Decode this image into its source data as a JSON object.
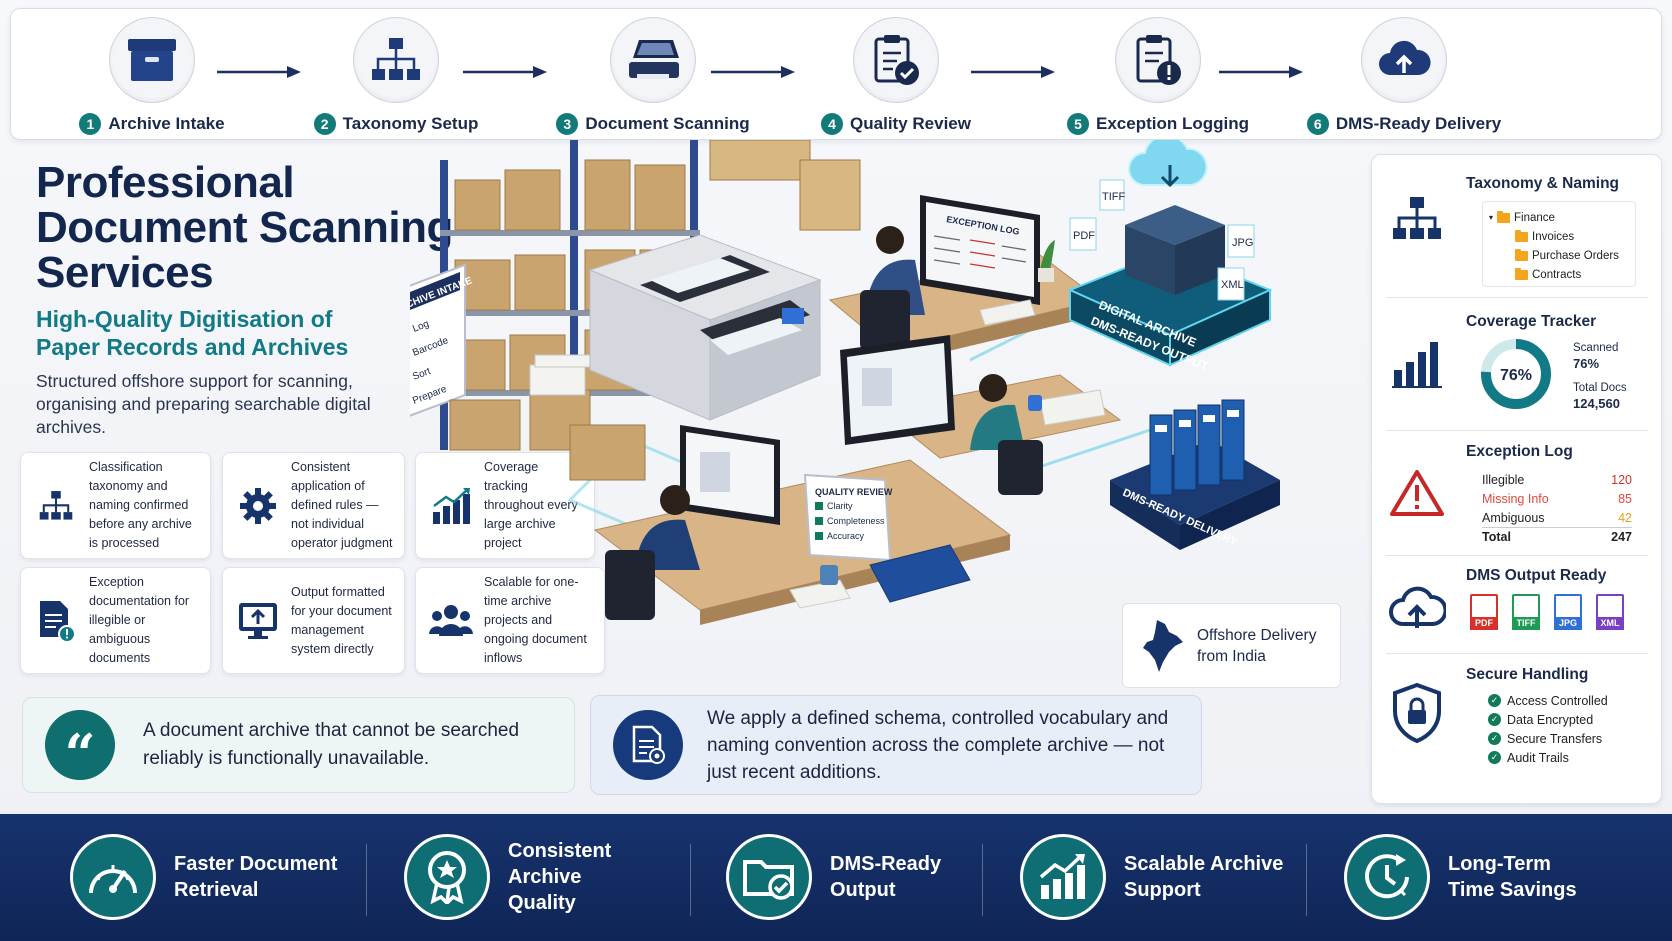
{
  "process_steps": [
    {
      "num": "1",
      "label": "Archive Intake",
      "icon": "archive-box-icon"
    },
    {
      "num": "2",
      "label": "Taxonomy Setup",
      "icon": "hierarchy-icon"
    },
    {
      "num": "3",
      "label": "Document Scanning",
      "icon": "scanner-icon"
    },
    {
      "num": "4",
      "label": "Quality Review",
      "icon": "clipboard-check-icon"
    },
    {
      "num": "5",
      "label": "Exception Logging",
      "icon": "clipboard-alert-icon"
    },
    {
      "num": "6",
      "label": "DMS-Ready Delivery",
      "icon": "cloud-upload-icon"
    }
  ],
  "hero": {
    "title_line1": "Professional",
    "title_line2": "Document Scanning",
    "title_line3": "Services",
    "subtitle_line1": "High-Quality Digitisation of",
    "subtitle_line2": "Paper Records and Archives",
    "description": "Structured offshore support for scanning, organising and preparing searchable digital archives."
  },
  "features": [
    {
      "text": "Classification taxonomy and naming confirmed before any archive is processed",
      "icon": "hierarchy-icon"
    },
    {
      "text": "Consistent application of defined rules — not individual operator judgment",
      "icon": "gear-icon"
    },
    {
      "text": "Coverage tracking throughout every large archive project",
      "icon": "bar-chart-icon"
    },
    {
      "text": "Exception documentation for illegible or ambiguous documents",
      "icon": "document-alert-icon"
    },
    {
      "text": "Output formatted for your document management system directly",
      "icon": "monitor-upload-icon"
    },
    {
      "text": "Scalable for one-time archive projects and ongoing document inflows",
      "icon": "team-icon"
    }
  ],
  "quotes": {
    "left": "A document archive that cannot be searched reliably is functionally unavailable.",
    "right": "We apply a defined schema, controlled vocabulary and naming convention across the complete archive — not just recent additions."
  },
  "illustration": {
    "archive_intake_sign": "ARCHIVE INTAKE",
    "intake_items": [
      "Log",
      "Barcode",
      "Sort",
      "Prepare"
    ],
    "exception_log_title": "EXCEPTION LOG",
    "quality_review_title": "QUALITY REVIEW",
    "quality_items": [
      "Clarity",
      "Completeness",
      "Accuracy"
    ],
    "digital_archive_line1": "DIGITAL ARCHIVE",
    "digital_archive_line2": "DMS-READY OUTPUT",
    "dms_delivery_label": "DMS-READY DELIVERY",
    "file_tags": [
      "TIFF",
      "PDF",
      "JPG",
      "XML"
    ],
    "offshore_line1": "Offshore Delivery",
    "offshore_line2": "from India"
  },
  "right_panel": {
    "taxonomy": {
      "title": "Taxonomy & Naming",
      "root": "Finance",
      "children": [
        "Invoices",
        "Purchase Orders",
        "Contracts"
      ]
    },
    "coverage": {
      "title": "Coverage Tracker",
      "percent_label": "76%",
      "percent_value": 76,
      "scanned_label": "Scanned",
      "scanned_value": "76%",
      "total_label": "Total Docs",
      "total_value": "124,560"
    },
    "exception_log": {
      "title": "Exception Log",
      "rows": [
        {
          "label": "Illegible",
          "value": "120",
          "color": "#d32f2f"
        },
        {
          "label": "Missing Info",
          "value": "85",
          "color": "#e0483a"
        },
        {
          "label": "Ambiguous",
          "value": "42",
          "color": "#e4a11b"
        }
      ],
      "total_label": "Total",
      "total_value": "247"
    },
    "dms_output": {
      "title": "DMS Output Ready",
      "formats": [
        {
          "label": "PDF",
          "color": "#d8312a"
        },
        {
          "label": "TIFF",
          "color": "#1f9a55"
        },
        {
          "label": "JPG",
          "color": "#2f6fd6"
        },
        {
          "label": "XML",
          "color": "#7a3fc2"
        }
      ]
    },
    "secure": {
      "title": "Secure Handling",
      "items": [
        "Access Controlled",
        "Data Encrypted",
        "Secure Transfers",
        "Audit Trails"
      ]
    }
  },
  "benefits": [
    {
      "line1": "Faster Document",
      "line2": "Retrieval",
      "icon": "speedometer-icon"
    },
    {
      "line1": "Consistent Archive",
      "line2": "Quality",
      "icon": "award-badge-icon"
    },
    {
      "line1": "DMS-Ready",
      "line2": "Output",
      "icon": "folder-check-icon"
    },
    {
      "line1": "Scalable Archive",
      "line2": "Support",
      "icon": "growth-chart-icon"
    },
    {
      "line1": "Long-Term",
      "line2": "Time Savings",
      "icon": "clock-refresh-icon"
    }
  ],
  "colors": {
    "navy": "#13264e",
    "teal": "#127a86",
    "band": "#17336e",
    "accent_teal": "#0f6e73"
  }
}
